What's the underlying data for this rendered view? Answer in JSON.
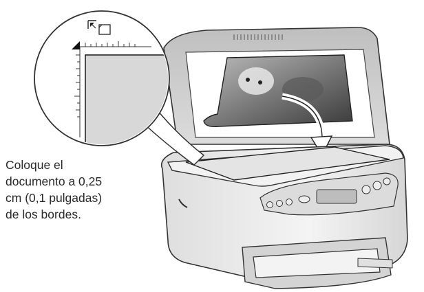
{
  "instruction": {
    "lines": [
      "Coloque el",
      "documento a 0,25",
      "cm (0,1 pulgadas)",
      "de los bordes."
    ]
  },
  "colors": {
    "text": "#2a2a2a",
    "printer_body": "#eeeeee",
    "printer_outline": "#333333",
    "lid": "#cfcfcf",
    "document_gray": "#d8d8d8"
  },
  "icons": [
    "document-corner-icon",
    "curved-arrow-icon",
    "magnifier-callout",
    "printer-scanner-illustration"
  ]
}
